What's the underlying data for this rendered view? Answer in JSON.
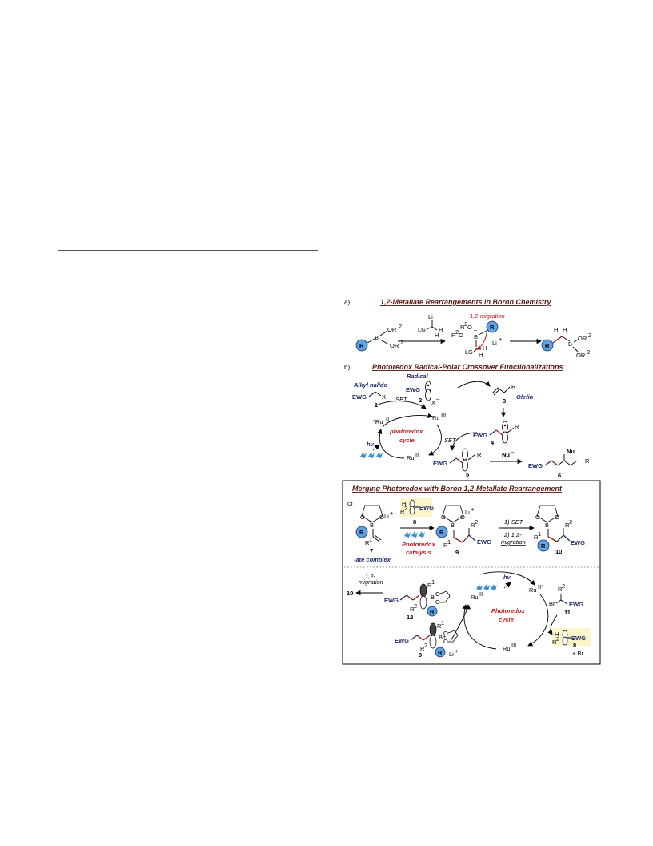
{
  "panel_a": {
    "label": "a)",
    "title": "1,2-Metallate Rearrangements in Boron Chemistry",
    "migration_label": "1,2-migration",
    "li": "Li",
    "lg": "LG",
    "h": "H",
    "or2": "OR",
    "sup2": "2",
    "li_plus": "Li",
    "r_circle": "R"
  },
  "panel_b": {
    "label": "b)",
    "title": "Photoredox Radical-Polar Crossover Functionalizations",
    "alkyl_halide": "Alkyl halide",
    "radical": "Radical",
    "olefin": "Olefin",
    "ewg": "EWG",
    "x": "X",
    "x_minus": "X",
    "r": "R",
    "set1": "SET",
    "set2": "SET",
    "cycle_line1": "photoredox",
    "cycle_line2": "cycle",
    "ru_star": "*Ru",
    "ru3": "Ru",
    "ru2": "Ru",
    "hv": "hv",
    "nu_minus": "Nu",
    "nu": "Nu",
    "cmpd": [
      "1",
      "2",
      "3",
      "4",
      "5",
      "6"
    ]
  },
  "panel_c": {
    "label": "c)",
    "title": "Merging Photoredox with Boron 1,2-Metallate Rearrangement",
    "ate_complex": "-ate complex",
    "photoredox_catalysis_1": "Photoredox",
    "photoredox_catalysis_2": "catalysis",
    "step1": "1) SET",
    "step2": "2) 1,2-",
    "step2b": "migration",
    "migration_small_1": "1,2-",
    "migration_small_2": "migration",
    "cycle_line1": "Photoredox",
    "cycle_line2": "cycle",
    "br": "Br",
    "br_minus": "+ Br",
    "li_plus": "Li",
    "ru2": "Ru",
    "ru2star": "Ru",
    "ru3": "Ru",
    "hv": "hv",
    "cmpd": [
      "7",
      "8",
      "9",
      "10",
      "11",
      "12",
      "8",
      "9",
      "10"
    ]
  },
  "colors": {
    "header_text": "#5a1410",
    "accent_red": "#c0191c",
    "navy": "#1f2a6b",
    "r_circle": "#5aa5e6",
    "highlight": "#fbf5c9",
    "photon": "#3a8fd8"
  }
}
